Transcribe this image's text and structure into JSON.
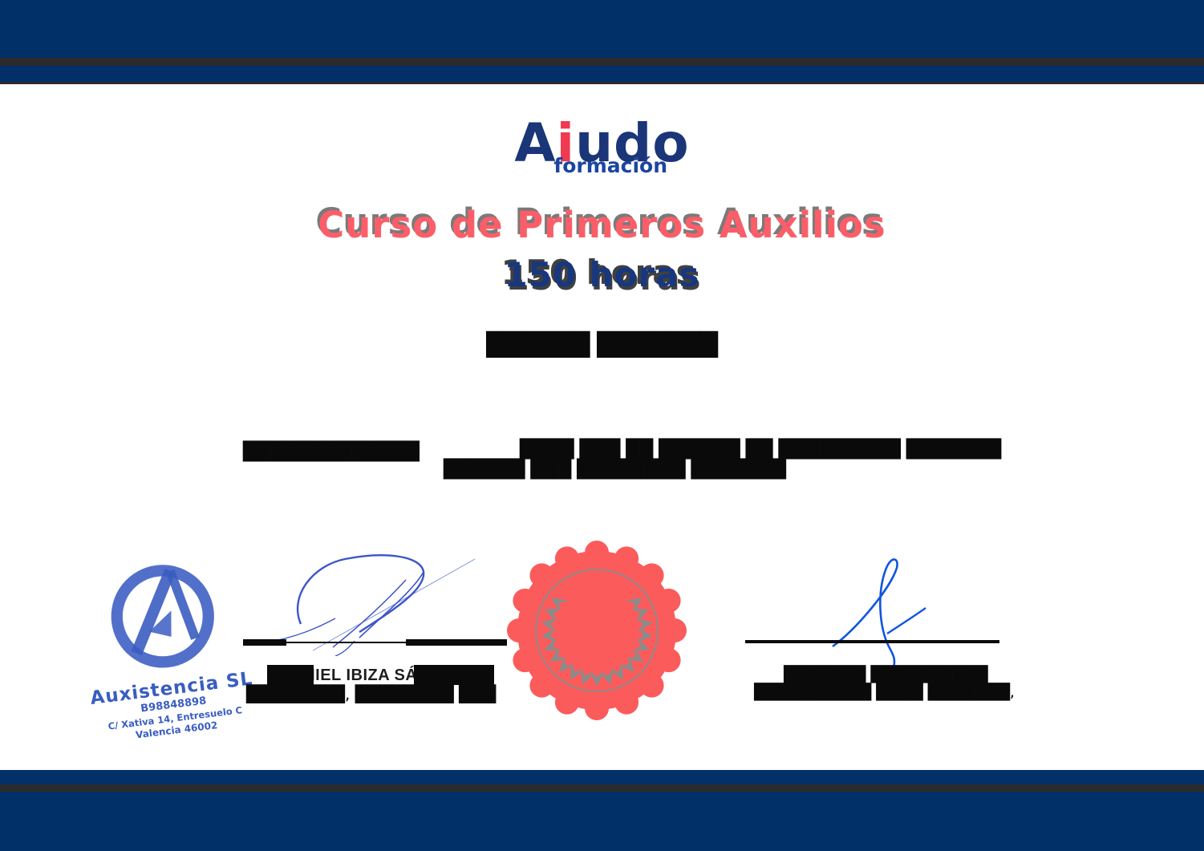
{
  "logo": {
    "prefix": "A",
    "accent": "i",
    "suffix": "udo",
    "subtitle": "formación"
  },
  "course": {
    "title": "Curso de Primeros Auxilios",
    "hours": "150 horas"
  },
  "student": {
    "name_redacted": "██████ ███████"
  },
  "details": {
    "bar_redacted": "█████████████",
    "line1_redacted": "████ ███ ██ ██████ ██ █████████ ███████",
    "line2_redacted": "██████ ███ ████████ ███████"
  },
  "signatures": {
    "left": {
      "name": "DANIEL IBIZA SÁNCHEZ",
      "role_redacted": "████████, ████████ ███"
    },
    "right": {
      "name_redacted": "███████ ██████████",
      "role_redacted": "██████████ ████ ███████,"
    }
  },
  "stamp": {
    "company": "Auxistencia SL",
    "tax_id": "B98848898",
    "address1": "C/ Xativa 14, Entresuelo C",
    "address2": "Valencia 46002"
  },
  "colors": {
    "navy": "#013069",
    "stripe": "#2b2b2b",
    "logoNavy": "#1a3578",
    "logoRed": "#ef3a50",
    "logoBlue": "#1c459f",
    "coral": "#fb5e68",
    "hoursNavy": "#17377e",
    "sealCoral": "#fb5b5b",
    "wreathGray": "#8b8b8b",
    "stampBlue": "#2b51bd",
    "sig1Blue": "#3b55c8",
    "sig2Blue": "#1155dd"
  }
}
